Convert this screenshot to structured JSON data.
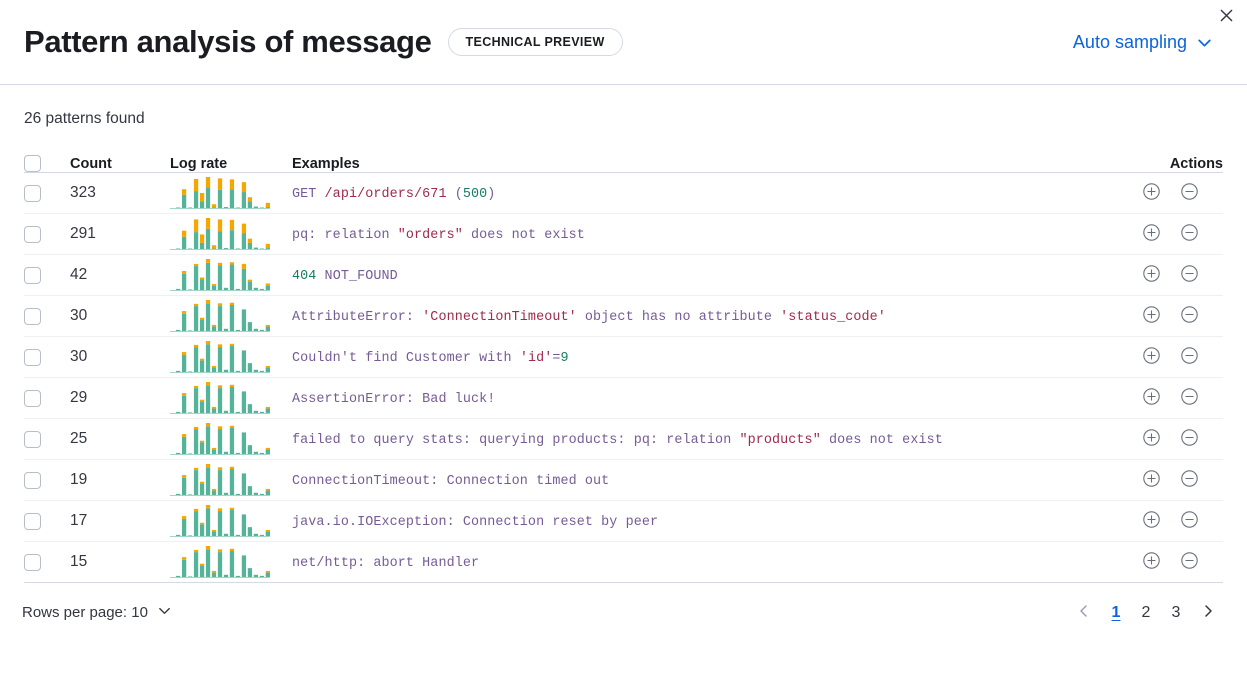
{
  "header": {
    "title": "Pattern analysis of message",
    "badge": "TECHNICAL PREVIEW",
    "sampling_label": "Auto sampling",
    "sampling_icon": "chevron-down-icon",
    "close_icon": "close-icon"
  },
  "summary": {
    "patterns_found": "26 patterns found"
  },
  "colors": {
    "accent": "#0b64dd",
    "spark_base": "#54b399",
    "spark_highlight": "#f5a700",
    "token_plain": "#765b96",
    "token_string": "#a12a4a",
    "token_number": "#1a7b63",
    "border": "#d3dae6"
  },
  "table": {
    "columns": {
      "select": "",
      "count": "Count",
      "log_rate": "Log rate",
      "examples": "Examples",
      "actions": "Actions"
    },
    "rows": [
      {
        "count": "323",
        "example": "GET /api/orders/671 (500)",
        "tokens": [
          {
            "t": "GET ",
            "k": "plain"
          },
          {
            "t": "/api/orders/671",
            "k": "str"
          },
          {
            "t": " (",
            "k": "plain"
          },
          {
            "t": "500",
            "k": "num"
          },
          {
            "t": ")",
            "k": "plain"
          }
        ],
        "spark": {
          "base": [
            0,
            1,
            28,
            1,
            36,
            14,
            44,
            1,
            39,
            2,
            40,
            1,
            34,
            14,
            3,
            1,
            2
          ],
          "highlight": [
            0,
            0,
            12,
            0,
            26,
            18,
            22,
            7,
            24,
            0,
            21,
            0,
            21,
            9,
            0,
            0,
            9
          ]
        }
      },
      {
        "count": "291",
        "example": "pq: relation \"orders\" does not exist",
        "tokens": [
          {
            "t": "pq: relation ",
            "k": "plain"
          },
          {
            "t": "\"orders\"",
            "k": "str"
          },
          {
            "t": " does not exist",
            "k": "plain"
          }
        ],
        "spark": {
          "base": [
            0,
            1,
            26,
            1,
            36,
            13,
            43,
            1,
            38,
            2,
            40,
            1,
            33,
            13,
            3,
            1,
            2
          ],
          "highlight": [
            0,
            0,
            13,
            0,
            27,
            18,
            23,
            7,
            25,
            0,
            22,
            0,
            21,
            9,
            0,
            0,
            9
          ]
        }
      },
      {
        "count": "42",
        "example": "404 NOT_FOUND",
        "tokens": [
          {
            "t": "404",
            "k": "num"
          },
          {
            "t": " NOT_FOUND",
            "k": "plain"
          }
        ],
        "spark": {
          "base": [
            0,
            2,
            30,
            1,
            44,
            20,
            50,
            8,
            45,
            4,
            47,
            2,
            39,
            16,
            4,
            2,
            8
          ],
          "highlight": [
            0,
            0,
            5,
            0,
            4,
            3,
            7,
            3,
            5,
            0,
            4,
            0,
            9,
            3,
            0,
            0,
            4
          ]
        }
      },
      {
        "count": "30",
        "example": "AttributeError: 'ConnectionTimeout' object has no attribute 'status_code'",
        "tokens": [
          {
            "t": "AttributeError: ",
            "k": "plain"
          },
          {
            "t": "'ConnectionTimeout'",
            "k": "str"
          },
          {
            "t": " object has no attribute ",
            "k": "plain"
          },
          {
            "t": "'status_code'",
            "k": "str"
          }
        ],
        "spark": {
          "base": [
            0,
            2,
            31,
            1,
            45,
            21,
            50,
            8,
            45,
            4,
            47,
            2,
            39,
            16,
            4,
            2,
            8
          ],
          "highlight": [
            0,
            0,
            5,
            0,
            4,
            3,
            6,
            3,
            5,
            0,
            4,
            0,
            0,
            0,
            0,
            0,
            3
          ]
        }
      },
      {
        "count": "30",
        "example": "Couldn't find Customer with 'id'=9",
        "tokens": [
          {
            "t": "Couldn't find Customer with ",
            "k": "plain"
          },
          {
            "t": "'id'",
            "k": "str"
          },
          {
            "t": "=",
            "k": "plain"
          },
          {
            "t": "9",
            "k": "num"
          }
        ],
        "spark": {
          "base": [
            0,
            2,
            31,
            1,
            45,
            21,
            50,
            8,
            45,
            4,
            47,
            2,
            39,
            16,
            4,
            2,
            8
          ],
          "highlight": [
            0,
            0,
            5,
            0,
            4,
            3,
            6,
            3,
            5,
            0,
            4,
            0,
            0,
            0,
            0,
            0,
            3
          ]
        }
      },
      {
        "count": "29",
        "example": "AssertionError: Bad luck!",
        "tokens": [
          {
            "t": "AssertionError: Bad luck!",
            "k": "plain"
          }
        ],
        "spark": {
          "base": [
            0,
            2,
            31,
            1,
            45,
            21,
            50,
            8,
            45,
            4,
            47,
            2,
            39,
            16,
            4,
            2,
            8
          ],
          "highlight": [
            0,
            0,
            5,
            0,
            4,
            3,
            6,
            3,
            5,
            0,
            4,
            0,
            0,
            0,
            0,
            0,
            3
          ]
        }
      },
      {
        "count": "25",
        "example": "failed to query stats: querying products: pq: relation \"products\" does not exist",
        "tokens": [
          {
            "t": "failed to query stats: querying products: pq: relation ",
            "k": "plain"
          },
          {
            "t": "\"products\"",
            "k": "str"
          },
          {
            "t": " does not exist",
            "k": "plain"
          }
        ],
        "spark": {
          "base": [
            0,
            2,
            31,
            1,
            45,
            21,
            50,
            8,
            45,
            4,
            47,
            2,
            39,
            16,
            4,
            2,
            8
          ],
          "highlight": [
            0,
            0,
            5,
            0,
            4,
            3,
            6,
            3,
            5,
            0,
            4,
            0,
            0,
            0,
            0,
            0,
            3
          ]
        }
      },
      {
        "count": "19",
        "example": "ConnectionTimeout: Connection timed out",
        "tokens": [
          {
            "t": "ConnectionTimeout: Connection timed out",
            "k": "plain"
          }
        ],
        "spark": {
          "base": [
            0,
            2,
            31,
            1,
            45,
            21,
            50,
            8,
            45,
            4,
            47,
            2,
            39,
            16,
            4,
            2,
            8
          ],
          "highlight": [
            0,
            0,
            5,
            0,
            4,
            3,
            6,
            3,
            5,
            0,
            4,
            0,
            0,
            0,
            0,
            0,
            3
          ]
        }
      },
      {
        "count": "17",
        "example": "java.io.IOException: Connection reset by peer",
        "tokens": [
          {
            "t": "java.io.IOException: Connection reset by peer",
            "k": "plain"
          }
        ],
        "spark": {
          "base": [
            0,
            2,
            31,
            1,
            45,
            21,
            50,
            8,
            45,
            4,
            47,
            2,
            39,
            16,
            4,
            2,
            8
          ],
          "highlight": [
            0,
            0,
            5,
            0,
            4,
            3,
            6,
            3,
            5,
            0,
            4,
            0,
            0,
            0,
            0,
            0,
            3
          ]
        }
      },
      {
        "count": "15",
        "example": "net/http: abort Handler",
        "tokens": [
          {
            "t": "net/http: abort Handler",
            "k": "plain"
          }
        ],
        "spark": {
          "base": [
            0,
            2,
            31,
            1,
            45,
            21,
            50,
            8,
            45,
            4,
            47,
            2,
            39,
            16,
            4,
            2,
            8
          ],
          "highlight": [
            0,
            0,
            5,
            0,
            4,
            3,
            6,
            3,
            5,
            0,
            4,
            0,
            0,
            0,
            0,
            0,
            3
          ]
        }
      }
    ],
    "row_actions": {
      "add_icon": "circle-plus-icon",
      "remove_icon": "circle-minus-icon"
    }
  },
  "footer": {
    "rows_per_page_label": "Rows per page: 10",
    "rows_per_page_icon": "chevron-down-icon",
    "prev_icon": "chevron-left-icon",
    "next_icon": "chevron-right-icon",
    "pages": [
      "1",
      "2",
      "3"
    ],
    "active_page": "1"
  }
}
